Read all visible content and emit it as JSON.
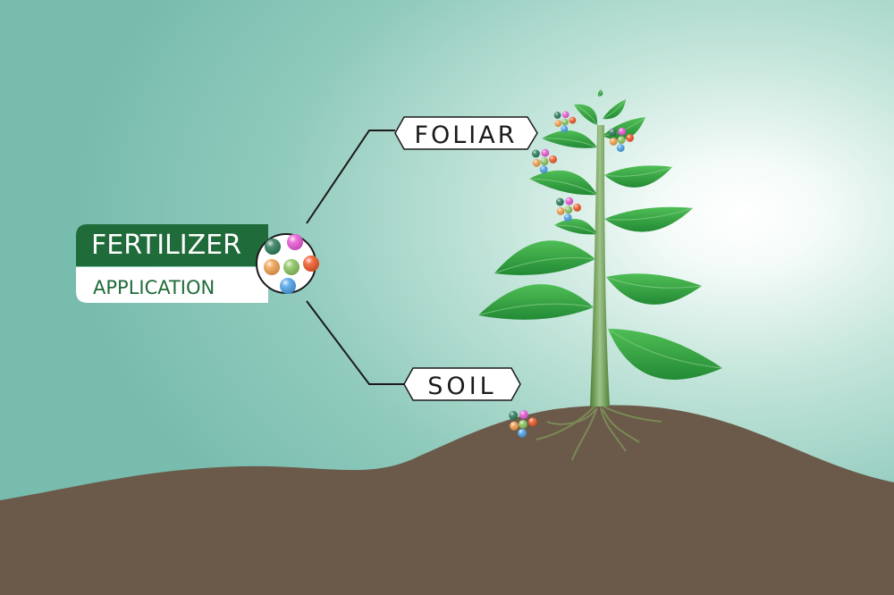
{
  "title": {
    "main": "FERTILIZER",
    "sub": "APPLICATION"
  },
  "branches": [
    {
      "label": "FOLIAR"
    },
    {
      "label": "SOIL"
    }
  ],
  "colors": {
    "background": "#7fc0b2",
    "glow": "#ffffff",
    "soil": "#6b5a4a",
    "title_band": "#1f6b3a",
    "title_text_main": "#ffffff",
    "title_text_sub": "#1f6b3a",
    "leaf": "#3aa845",
    "stem": "#6e9b4f",
    "granules": [
      "#2e7d5b",
      "#e85ad3",
      "#ef5a2a",
      "#f0a050",
      "#8cc460",
      "#4fa3e8"
    ]
  }
}
